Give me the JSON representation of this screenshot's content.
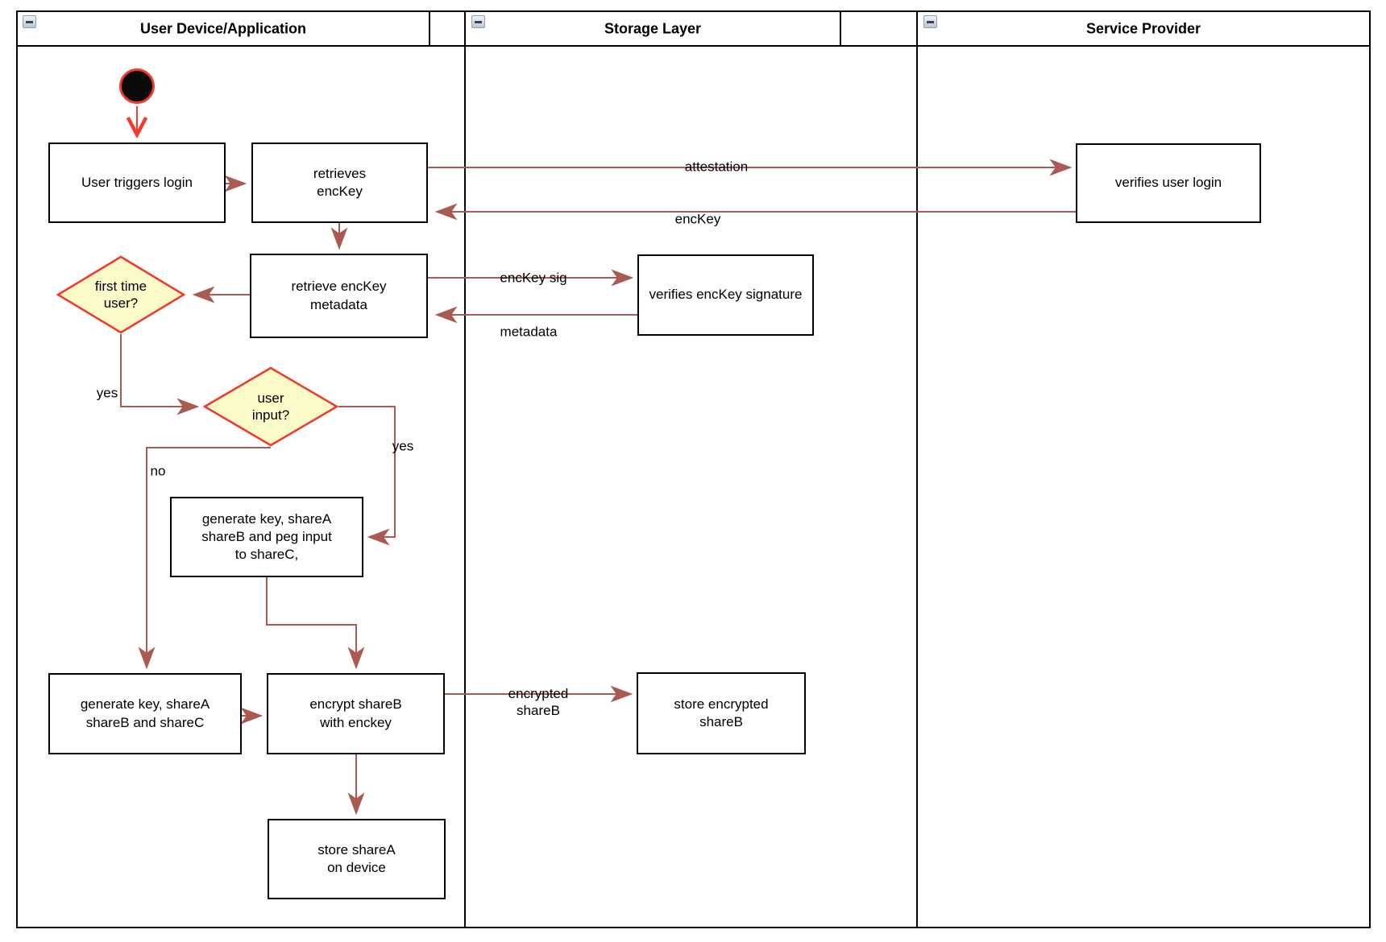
{
  "lanes": [
    {
      "title": "User Device/Application",
      "icon": "minus-icon"
    },
    {
      "title": "Storage Layer",
      "icon": "minus-icon"
    },
    {
      "title": "Service Provider",
      "icon": "minus-icon"
    }
  ],
  "nodes": {
    "user_triggers_login": {
      "label": "User triggers login"
    },
    "retrieves_enckey": {
      "label": "retrieves\nencKey"
    },
    "verifies_user_login": {
      "label": "verifies user login"
    },
    "retrieve_enckey_metadata": {
      "label": "retrieve encKey\nmetadata"
    },
    "verifies_enckey_signature": {
      "label": "verifies encKey signature"
    },
    "first_time_user": {
      "label": "first time\nuser?"
    },
    "user_input": {
      "label": "user input?"
    },
    "generate_key_peg_input": {
      "label": "generate key, shareA\nshareB and peg input\nto shareC,"
    },
    "generate_key_sharec": {
      "label": "generate key, shareA\nshareB and shareC"
    },
    "encrypt_shareb": {
      "label": "encrypt shareB\nwith enckey"
    },
    "store_encrypted_shareb": {
      "label": "store encrypted\nshareB"
    },
    "store_sharea": {
      "label": "store shareA\non device"
    }
  },
  "edge_labels": {
    "attestation": "attestation",
    "enckey": "encKey",
    "enckey_sig": "encKey sig",
    "metadata": "metadata",
    "yes_first_time": "yes",
    "yes_user_input": "yes",
    "no_user_input": "no",
    "encrypted_shareb": "encrypted\nshareB"
  },
  "colors": {
    "arrow": "#ab5a52",
    "start_accent": "#f23b2b",
    "diamond_fill": "#fbfbc9",
    "diamond_stroke": "#f2392c",
    "line": "#000000"
  }
}
